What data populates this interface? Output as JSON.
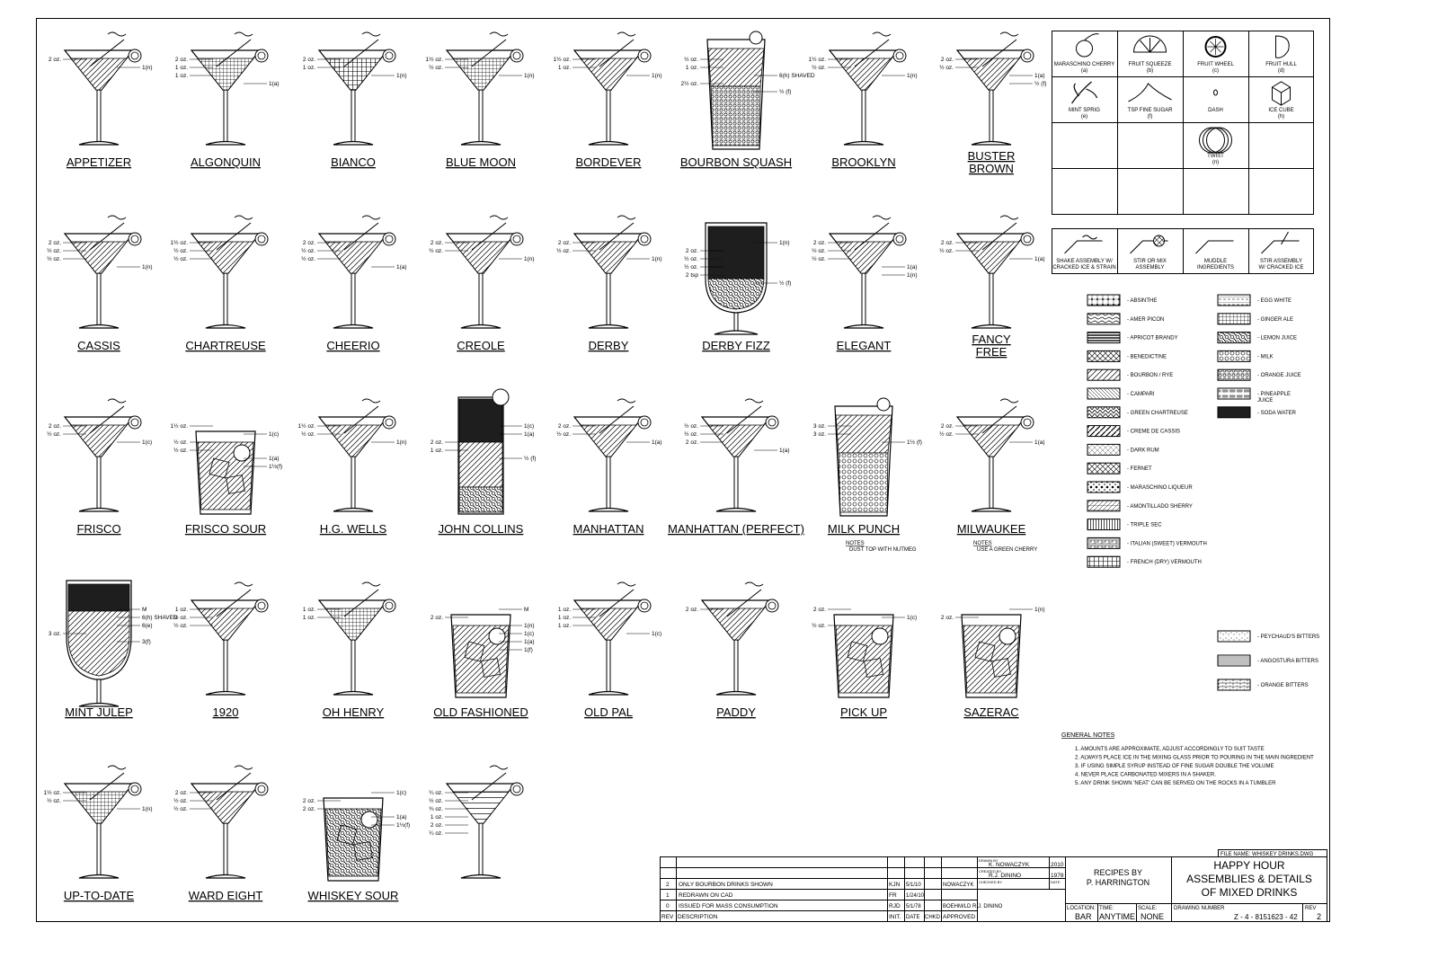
{
  "drinks": [
    {
      "name": "APPETIZER",
      "glass": "martini",
      "fill": "bourbon",
      "labels": [
        "2 oz.",
        "1(n)"
      ]
    },
    {
      "name": "ALGONQUIN",
      "glass": "martini",
      "fill": "ginger",
      "labels": [
        "2 oz.",
        "1 oz.",
        "1 oz.",
        "1(a)"
      ]
    },
    {
      "name": "BIANCO",
      "glass": "martini",
      "fill": "french",
      "labels": [
        "2 oz.",
        "1 oz.",
        "1(n)"
      ]
    },
    {
      "name": "BLUE MOON",
      "glass": "martini",
      "fill": "ginger",
      "labels": [
        "1½ oz.",
        "½ oz.",
        "1(n)"
      ]
    },
    {
      "name": "BORDEVER",
      "glass": "martini",
      "fill": "bourbon",
      "labels": [
        "1½ oz.",
        "1 oz.",
        "1(n)"
      ]
    },
    {
      "name": "BOURBON SQUASH",
      "glass": "tall",
      "fill": "orange",
      "labels": [
        "½ oz.",
        "1 oz.",
        "6(h) SHAVED",
        "2½ oz.",
        "½ (f)"
      ]
    },
    {
      "name": "BROOKLYN",
      "glass": "martini",
      "fill": "bourbon",
      "labels": [
        "1½ oz.",
        "½ oz.",
        "1(n)"
      ]
    },
    {
      "name": "BUSTER BROWN",
      "glass": "martini",
      "fill": "bourbon",
      "labels": [
        "2 oz.",
        "½ oz.",
        "1(a)",
        "½ (f)"
      ]
    },
    {
      "name": "CASSIS",
      "glass": "martini",
      "fill": "bourbon",
      "labels": [
        "2 oz.",
        "½ oz.",
        "½ oz.",
        "1(n)"
      ]
    },
    {
      "name": "CHARTREUSE",
      "glass": "martini",
      "fill": "bourbon",
      "labels": [
        "1½ oz.",
        "½ oz.",
        "½ oz."
      ]
    },
    {
      "name": "CHEERIO",
      "glass": "martini",
      "fill": "bourbon",
      "labels": [
        "2 oz.",
        "½ oz.",
        "½ oz.",
        "1(a)"
      ]
    },
    {
      "name": "CREOLE",
      "glass": "martini",
      "fill": "bourbon",
      "labels": [
        "2 oz.",
        "½ oz.",
        "1(n)"
      ]
    },
    {
      "name": "DERBY",
      "glass": "martini",
      "fill": "bourbon",
      "labels": [
        "2 oz.",
        "½ oz.",
        "1(n)"
      ]
    },
    {
      "name": "DERBY FIZZ",
      "glass": "goblet",
      "fill": "soda",
      "labels": [
        "1(n)",
        "2 oz.",
        "½ oz.",
        "½ oz.",
        "2 tsp",
        "½ (f)"
      ]
    },
    {
      "name": "ELEGANT",
      "glass": "martini",
      "fill": "bourbon",
      "labels": [
        "2 oz.",
        "½ oz.",
        "½ oz.",
        "1(a)",
        "1(n)"
      ]
    },
    {
      "name": "FANCY FREE",
      "glass": "martini",
      "fill": "bourbon",
      "labels": [
        "2 oz.",
        "½ oz.",
        "1(a)"
      ]
    },
    {
      "name": "FRISCO",
      "glass": "martini",
      "fill": "bourbon",
      "labels": [
        "2 oz.",
        "½ oz.",
        "1(c)"
      ]
    },
    {
      "name": "FRISCO SOUR",
      "glass": "rocks",
      "fill": "bourbon",
      "labels": [
        "1½ oz.",
        "1(c)",
        "½ oz.",
        "½ oz.",
        "1(a)",
        "1½(f)"
      ]
    },
    {
      "name": "H.G. WELLS",
      "glass": "martini",
      "fill": "bourbon",
      "labels": [
        "1½ oz.",
        "½ oz.",
        "1(n)"
      ]
    },
    {
      "name": "JOHN COLLINS",
      "glass": "collins",
      "fill": "soda",
      "labels": [
        "1(c)",
        "1(a)",
        "2 oz.",
        "1 oz.",
        "½ (f)"
      ]
    },
    {
      "name": "MANHATTAN",
      "glass": "martini",
      "fill": "bourbon",
      "labels": [
        "2 oz.",
        "½ oz.",
        "1(a)"
      ]
    },
    {
      "name": "MANHATTAN (PERFECT)",
      "glass": "martini",
      "fill": "bourbon",
      "labels": [
        "½ oz.",
        "½ oz.",
        "2 oz.",
        "1(a)"
      ]
    },
    {
      "name": "MILK PUNCH",
      "glass": "tall",
      "fill": "milk",
      "labels": [
        "3 oz.",
        "3 oz.",
        "1½ (f)"
      ],
      "note_title": "NOTES",
      "note": "DUST TOP WITH NUTMEG"
    },
    {
      "name": "MILWAUKEE",
      "glass": "martini",
      "fill": "bourbon",
      "labels": [
        "2 oz.",
        "½ oz.",
        "1(a)"
      ],
      "note_title": "NOTES",
      "note": "USE A GREEN CHERRY"
    },
    {
      "name": "MINT JULEP",
      "glass": "julep",
      "fill": "soda",
      "labels": [
        "M",
        "6(h) SHAVED",
        "6(e)",
        "3 oz.",
        "3(f)"
      ]
    },
    {
      "name": "1920",
      "glass": "martini",
      "fill": "bourbon",
      "labels": [
        "1 oz.",
        "½ oz.",
        "½ oz."
      ]
    },
    {
      "name": "OH HENRY",
      "glass": "martini",
      "fill": "ginger",
      "labels": [
        "1 oz.",
        "1 oz."
      ]
    },
    {
      "name": "OLD FASHIONED",
      "glass": "rocks",
      "fill": "bourbon",
      "labels": [
        "M",
        "2 oz.",
        "1(n)",
        "1(c)",
        "1(a)",
        "1(f)"
      ]
    },
    {
      "name": "OLD PAL",
      "glass": "martini",
      "fill": "bourbon",
      "labels": [
        "1 oz.",
        "1 oz.",
        "1 oz.",
        "1(c)"
      ]
    },
    {
      "name": "PADDY",
      "glass": "martini",
      "fill": "bourbon",
      "labels": [
        "2 oz."
      ]
    },
    {
      "name": "PICK UP",
      "glass": "rocks",
      "fill": "bourbon",
      "labels": [
        "2 oz.",
        "1(c)",
        "½ oz."
      ]
    },
    {
      "name": "SAZERAC",
      "glass": "rocks",
      "fill": "bourbon",
      "labels": [
        "1(n)",
        "2 oz."
      ]
    },
    {
      "name": "UP-TO-DATE",
      "glass": "martini",
      "fill": "ginger",
      "labels": [
        "1½ oz.",
        "½ oz.",
        "1(n)"
      ]
    },
    {
      "name": "WARD EIGHT",
      "glass": "martini",
      "fill": "bourbon",
      "labels": [
        "2 oz.",
        "½ oz.",
        "½ oz."
      ]
    },
    {
      "name": "WHISKEY SOUR",
      "glass": "rocks",
      "fill": "lemon",
      "labels": [
        "1(c)",
        "2 oz.",
        "2 oz.",
        "1(a)",
        "1½(f)"
      ]
    },
    {
      "name": "",
      "glass": "martini",
      "fill": "lines",
      "labels": [
        "¼ oz.",
        "½ oz.",
        "¾ oz.",
        "1 oz.",
        "2 oz.",
        "¼ oz."
      ]
    }
  ],
  "garnish_legend": [
    {
      "label": "MARASCHINO CHERRY",
      "code": "(a)",
      "icon": "cherry-icon"
    },
    {
      "label": "FRUIT SQUEEZE",
      "code": "(b)",
      "icon": "fruit-squeeze-icon"
    },
    {
      "label": "FRUIT WHEEL",
      "code": "(c)",
      "icon": "fruit-wheel-icon"
    },
    {
      "label": "FRUIT HULL",
      "code": "(d)",
      "icon": "fruit-hull-icon"
    },
    {
      "label": "MINT SPRIG",
      "code": "(e)",
      "icon": "mint-sprig-icon"
    },
    {
      "label": "TSP FINE SUGAR",
      "code": "(f)",
      "icon": "sugar-icon"
    },
    {
      "label": "DASH",
      "code": "",
      "icon": "dash-icon"
    },
    {
      "label": "ICE CUBE",
      "code": "(h)",
      "icon": "ice-cube-icon"
    },
    {
      "label": "",
      "code": "",
      "icon": ""
    },
    {
      "label": "",
      "code": "",
      "icon": ""
    },
    {
      "label": "TWIST",
      "code": "(n)",
      "icon": "twist-icon"
    },
    {
      "label": "",
      "code": "",
      "icon": ""
    }
  ],
  "assembly_legend": [
    {
      "line1": "SHAKE ASSEMBLY W/",
      "line2": "CRACKED ICE & STRAIN",
      "icon": "shake-icon"
    },
    {
      "line1": "STIR OR MIX",
      "line2": "ASSEMBLY",
      "icon": "stir-icon"
    },
    {
      "line1": "MUDDLE",
      "line2": "INGREDIENTS",
      "icon": "muddle-icon"
    },
    {
      "line1": "STIR ASSEMBLY",
      "line2": "W/ CRACKED ICE",
      "icon": "stir-ice-icon"
    }
  ],
  "ingredients_left": [
    {
      "label": "- ABSINTHE",
      "pattern": "absinthe"
    },
    {
      "label": "- AMER PICON",
      "pattern": "amer"
    },
    {
      "label": "- APRICOT BRANDY",
      "pattern": "apricot"
    },
    {
      "label": "- BENEDICTINE",
      "pattern": "benedictine"
    },
    {
      "label": "- BOURBON / RYE",
      "pattern": "bourbon"
    },
    {
      "label": "- CAMPARI",
      "pattern": "campari"
    },
    {
      "label": "- GREEN CHARTREUSE",
      "pattern": "chartreuse"
    },
    {
      "label": "- CREME DE CASSIS",
      "pattern": "cassis"
    },
    {
      "label": "- DARK RUM",
      "pattern": "rum"
    },
    {
      "label": "- FERNET",
      "pattern": "fernet"
    },
    {
      "label": "- MARASCHINO LIQUEUR",
      "pattern": "maraschino"
    },
    {
      "label": "- AMONTILLADO SHERRY",
      "pattern": "sherry"
    },
    {
      "label": "- TRIPLE SEC",
      "pattern": "triple"
    },
    {
      "label": "- ITALIAN (SWEET) VERMOUTH",
      "pattern": "italian"
    },
    {
      "label": "- FRENCH (DRY) VERMOUTH",
      "pattern": "french"
    }
  ],
  "ingredients_right": [
    {
      "label": "- EGG WHITE",
      "pattern": "egg"
    },
    {
      "label": "- GINGER ALE",
      "pattern": "ginger"
    },
    {
      "label": "- LEMON JUICE",
      "pattern": "lemon"
    },
    {
      "label": "- MILK",
      "pattern": "milk"
    },
    {
      "label": "- ORANGE JUICE",
      "pattern": "orange"
    },
    {
      "label": "- PINEAPPLE",
      "label2": "JUICE",
      "pattern": "pineapple"
    },
    {
      "label": "- SODA WATER",
      "pattern": "soda"
    }
  ],
  "bitters": [
    {
      "label": "- PEYCHAUD'S BITTERS",
      "pattern": "peychaud"
    },
    {
      "label": "- ANGOSTURA BITTERS",
      "pattern": "angostura"
    },
    {
      "label": "- ORANGE BITTERS",
      "pattern": "orangebit"
    }
  ],
  "general_notes": {
    "title": "GENERAL NOTES",
    "items": [
      "1.   AMOUNTS ARE APPROXIMATE, ADJUST ACCORDINGLY TO SUIT TASTE",
      "2.   ALWAYS PLACE ICE IN THE MIXING GLASS PRIOR TO POURING IN THE MAIN INGREDIENT",
      "3.   IF USING SIMPLE SYRUP INSTEAD OF FINE SUGAR DOUBLE THE VOLUME",
      "4.   NEVER PLACE CARBONATED MIXERS IN A SHAKER.",
      "5.   ANY DRINK SHOWN 'NEAT' CAN BE SERVED ON THE ROCKS IN A TUMBLER"
    ]
  },
  "title_block": {
    "file_name": "FILE NAME: WHISKEY DRINKS.DWG",
    "title1": "HAPPY HOUR",
    "title2": "ASSEMBLIES & DETAILS",
    "title3": "OF MIXED DRINKS",
    "recipes1": "RECIPES BY",
    "recipes2": "P. HARRINGTON",
    "drawn_label": "DRAWN BY",
    "drawn_by": "K. NOWACZYK",
    "drawn_date": "2010",
    "created_label": "CREATED BY",
    "created_by": "R.J. DININO",
    "created_date": "1978",
    "checked_label": "CHECKED BY",
    "date_label": "DATE",
    "location_label": "LOCATION:",
    "location": "BAR",
    "time_label": "TIME:",
    "time": "ANYTIME",
    "scale_label": "SCALE:",
    "scale": "NONE",
    "drawing_number_label": "DRAWING NUMBER",
    "drawing_number": "Z - 4 - 8151623 - 42",
    "rev_label": "REV",
    "rev": "2",
    "revisions": [
      {
        "rev": "2",
        "desc": "ONLY BOURBON DRINKS SHOWN",
        "init": "KJN",
        "date": "5/1/10",
        "chkd": "",
        "approved": "NOWACZYK"
      },
      {
        "rev": "1",
        "desc": "REDRAWN ON CAD",
        "init": "FR",
        "date": "1/24/10",
        "chkd": "",
        "approved": ""
      },
      {
        "rev": "0",
        "desc": "ISSUED FOR MASS CONSUMPTION",
        "init": "RJD",
        "date": "5/1/78",
        "chkd": "",
        "approved": "BOEHM/LD R.J. DININO"
      }
    ],
    "header": {
      "rev": "REV",
      "desc": "DESCRIPTION",
      "init": "INIT.",
      "date": "DATE",
      "chkd": "CHKD",
      "approved": "APPROVED"
    }
  }
}
